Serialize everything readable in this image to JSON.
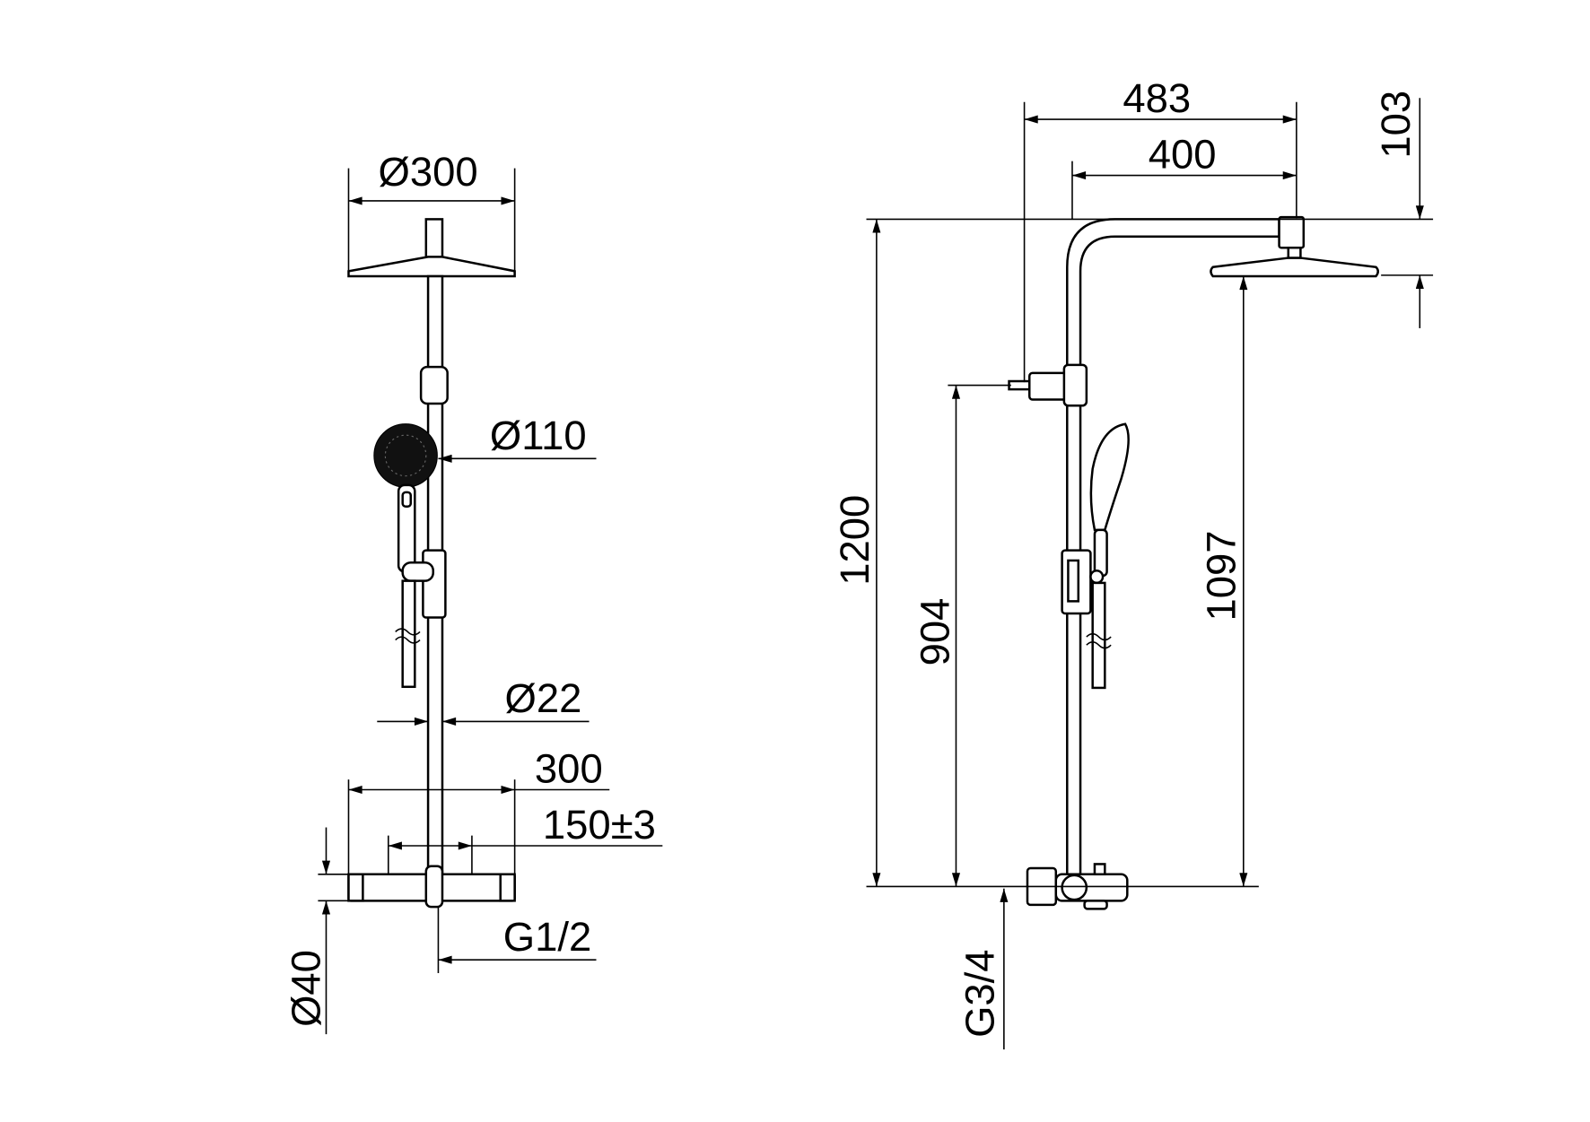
{
  "drawing": {
    "front_view": {
      "head_diameter": "Ø300",
      "hand_shower_diameter": "Ø110",
      "rail_diameter": "Ø22",
      "mixer_width": "300",
      "inlet_spacing": "150±3",
      "mixer_diameter": "Ø40",
      "inlet_thread": "G1/2"
    },
    "side_view": {
      "total_projection": "483",
      "arm_projection": "400",
      "head_height": "103",
      "total_height": "1200",
      "wall_bracket_height": "904",
      "head_clearance": "1097",
      "outlet_thread": "G3/4"
    }
  }
}
